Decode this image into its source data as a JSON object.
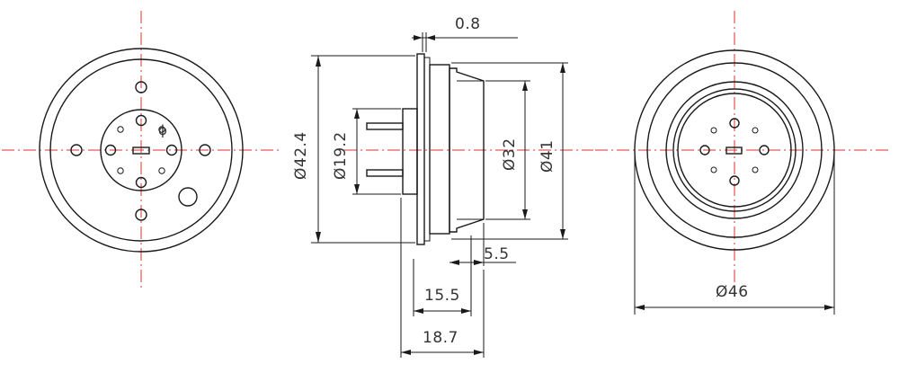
{
  "drawing": {
    "line_color": "#1a1a1a",
    "centerline_color": "#e03030",
    "dimension_text_color": "#333333"
  },
  "views": {
    "front": {
      "symbol_label": "ϕ"
    },
    "side": {
      "dim_flange_thickness": "0.8",
      "dim_flange_diameter": "Ø42.4",
      "dim_inner_diameter": "Ø19.2",
      "dim_body_diameter": "Ø32",
      "dim_rim_diameter": "Ø41",
      "dim_step": "5.5",
      "dim_body_length": "15.5",
      "dim_total_length": "18.7"
    },
    "rear": {
      "dim_outer_diameter": "Ø46"
    }
  }
}
